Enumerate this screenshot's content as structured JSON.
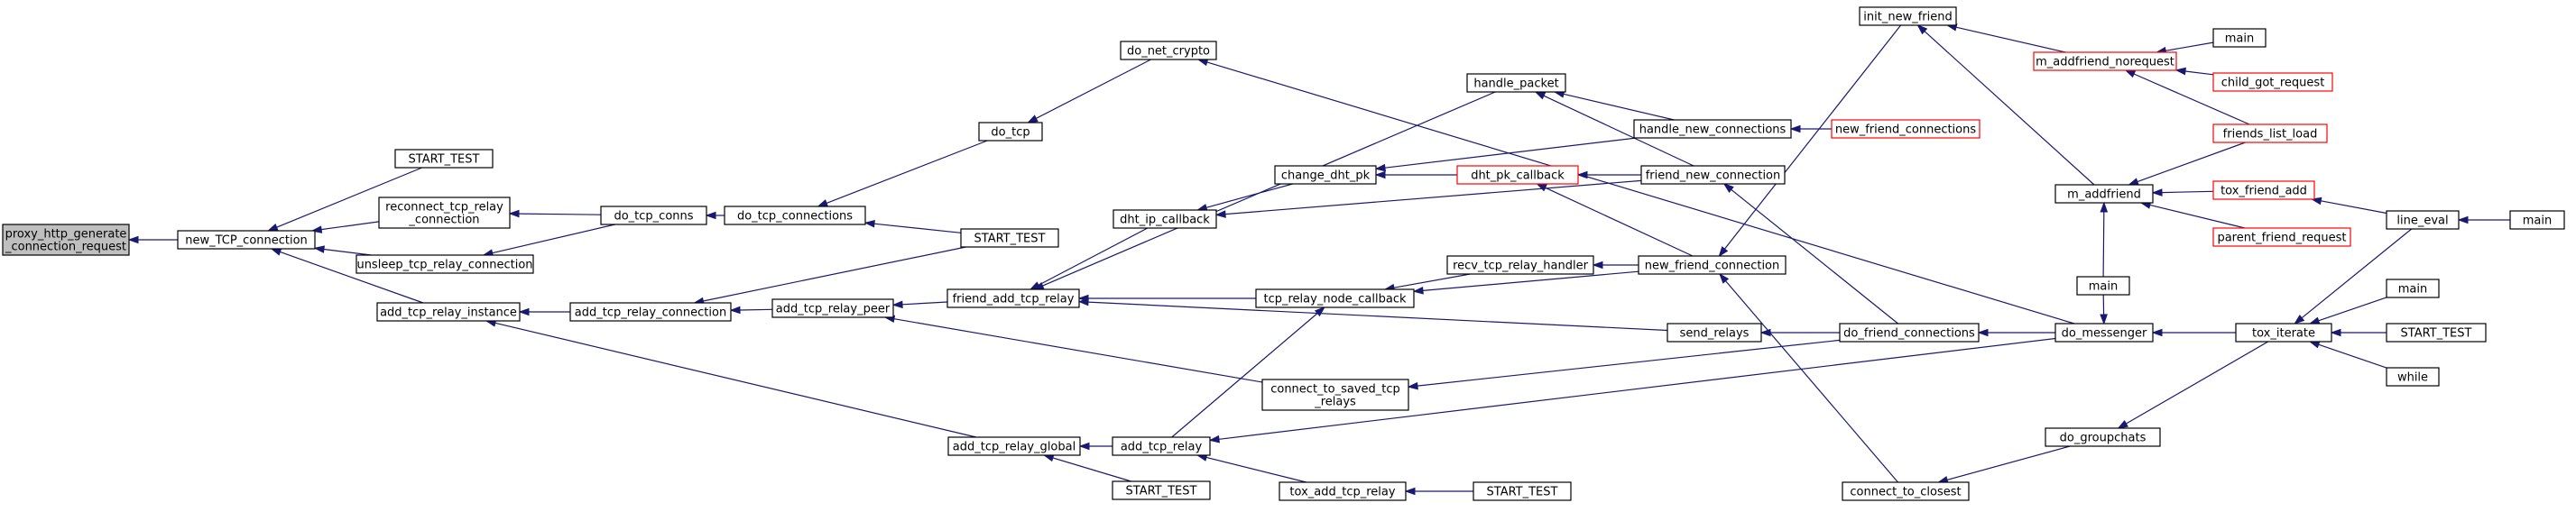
{
  "colors": {
    "edge": "#191970",
    "box_border": "#000000",
    "truncated_border": "#ff0000",
    "root_fill": "#bfbfbf",
    "node_fill": "#ffffff"
  },
  "nodes": [
    {
      "id": "root",
      "lines": [
        "proxy_http_generate",
        "_connection_request"
      ],
      "style": "root"
    },
    {
      "id": "new_tcp",
      "lines": [
        "new_TCP_connection"
      ]
    },
    {
      "id": "start_test_1",
      "lines": [
        "START_TEST"
      ]
    },
    {
      "id": "reconnect",
      "lines": [
        "reconnect_tcp_relay",
        "_connection"
      ]
    },
    {
      "id": "unsleep",
      "lines": [
        "unsleep_tcp_relay_connection"
      ]
    },
    {
      "id": "add_tcp_relay_instance",
      "lines": [
        "add_tcp_relay_instance"
      ]
    },
    {
      "id": "do_tcp_conns",
      "lines": [
        "do_tcp_conns"
      ]
    },
    {
      "id": "add_tcp_relay_connection",
      "lines": [
        "add_tcp_relay_connection"
      ]
    },
    {
      "id": "do_tcp_connections",
      "lines": [
        "do_tcp_connections"
      ]
    },
    {
      "id": "add_tcp_relay_peer",
      "lines": [
        "add_tcp_relay_peer"
      ]
    },
    {
      "id": "do_tcp",
      "lines": [
        "do_tcp"
      ]
    },
    {
      "id": "start_test_2",
      "lines": [
        "START_TEST"
      ]
    },
    {
      "id": "friend_add_tcp_relay",
      "lines": [
        "friend_add_tcp_relay"
      ]
    },
    {
      "id": "do_net_crypto",
      "lines": [
        "do_net_crypto"
      ]
    },
    {
      "id": "add_tcp_relay_global",
      "lines": [
        "add_tcp_relay_global"
      ]
    },
    {
      "id": "start_test_3",
      "lines": [
        "START_TEST"
      ]
    },
    {
      "id": "add_tcp_relay",
      "lines": [
        "add_tcp_relay"
      ]
    },
    {
      "id": "dht_ip_callback",
      "lines": [
        "dht_ip_callback"
      ]
    },
    {
      "id": "change_dht_pk",
      "lines": [
        "change_dht_pk"
      ]
    },
    {
      "id": "handle_packet",
      "lines": [
        "handle_packet"
      ]
    },
    {
      "id": "tcp_relay_node_callback",
      "lines": [
        "tcp_relay_node_callback"
      ]
    },
    {
      "id": "connect_to_saved",
      "lines": [
        "connect_to_saved_tcp",
        "_relays"
      ]
    },
    {
      "id": "tox_add_tcp_relay",
      "lines": [
        "tox_add_tcp_relay"
      ]
    },
    {
      "id": "start_test_4",
      "lines": [
        "START_TEST"
      ]
    },
    {
      "id": "dht_pk_callback",
      "lines": [
        "dht_pk_callback"
      ],
      "style": "truncated"
    },
    {
      "id": "recv_tcp_relay_handler",
      "lines": [
        "recv_tcp_relay_handler"
      ]
    },
    {
      "id": "handle_new_connections",
      "lines": [
        "handle_new_connections"
      ]
    },
    {
      "id": "friend_new_connection",
      "lines": [
        "friend_new_connection"
      ]
    },
    {
      "id": "new_friend_connection",
      "lines": [
        "new_friend_connection"
      ]
    },
    {
      "id": "send_relays",
      "lines": [
        "send_relays"
      ]
    },
    {
      "id": "new_friend_connections",
      "lines": [
        "new_friend_connections"
      ],
      "style": "truncated"
    },
    {
      "id": "init_new_friend",
      "lines": [
        "init_new_friend"
      ]
    },
    {
      "id": "do_friend_connections",
      "lines": [
        "do_friend_connections"
      ]
    },
    {
      "id": "connect_to_closest",
      "lines": [
        "connect_to_closest"
      ]
    },
    {
      "id": "m_addfriend_norequest",
      "lines": [
        "m_addfriend_norequest"
      ],
      "style": "truncated"
    },
    {
      "id": "m_addfriend",
      "lines": [
        "m_addfriend"
      ]
    },
    {
      "id": "do_messenger",
      "lines": [
        "do_messenger"
      ]
    },
    {
      "id": "do_groupchats",
      "lines": [
        "do_groupchats"
      ]
    },
    {
      "id": "main_1",
      "lines": [
        "main"
      ]
    },
    {
      "id": "child_got_request",
      "lines": [
        "child_got_request"
      ],
      "style": "truncated"
    },
    {
      "id": "friends_list_load",
      "lines": [
        "friends_list_load"
      ],
      "style": "truncated"
    },
    {
      "id": "tox_friend_add",
      "lines": [
        "tox_friend_add"
      ],
      "style": "truncated"
    },
    {
      "id": "parent_friend_request",
      "lines": [
        "parent_friend_request"
      ],
      "style": "truncated"
    },
    {
      "id": "main_2",
      "lines": [
        "main"
      ]
    },
    {
      "id": "tox_iterate",
      "lines": [
        "tox_iterate"
      ]
    },
    {
      "id": "line_eval",
      "lines": [
        "line_eval"
      ]
    },
    {
      "id": "main_3",
      "lines": [
        "main"
      ]
    },
    {
      "id": "main_4",
      "lines": [
        "main"
      ]
    },
    {
      "id": "start_test_5",
      "lines": [
        "START_TEST"
      ]
    },
    {
      "id": "while",
      "lines": [
        "while"
      ]
    }
  ],
  "edges": [
    [
      "new_tcp",
      "root"
    ],
    [
      "start_test_1",
      "new_tcp"
    ],
    [
      "reconnect",
      "new_tcp"
    ],
    [
      "unsleep",
      "new_tcp"
    ],
    [
      "add_tcp_relay_instance",
      "new_tcp"
    ],
    [
      "do_tcp_conns",
      "reconnect"
    ],
    [
      "do_tcp_conns",
      "unsleep"
    ],
    [
      "add_tcp_relay_connection",
      "add_tcp_relay_instance"
    ],
    [
      "add_tcp_relay_global",
      "add_tcp_relay_instance"
    ],
    [
      "do_tcp_connections",
      "do_tcp_conns"
    ],
    [
      "start_test_2",
      "add_tcp_relay_connection"
    ],
    [
      "add_tcp_relay_peer",
      "add_tcp_relay_connection"
    ],
    [
      "do_tcp",
      "do_tcp_connections"
    ],
    [
      "start_test_2",
      "do_tcp_connections"
    ],
    [
      "friend_add_tcp_relay",
      "add_tcp_relay_peer"
    ],
    [
      "connect_to_saved",
      "add_tcp_relay_peer"
    ],
    [
      "do_net_crypto",
      "do_tcp"
    ],
    [
      "handle_packet",
      "friend_add_tcp_relay"
    ],
    [
      "dht_ip_callback",
      "friend_add_tcp_relay"
    ],
    [
      "tcp_relay_node_callback",
      "friend_add_tcp_relay"
    ],
    [
      "send_relays",
      "friend_add_tcp_relay"
    ],
    [
      "do_messenger",
      "do_net_crypto"
    ],
    [
      "add_tcp_relay",
      "add_tcp_relay_global"
    ],
    [
      "start_test_3",
      "add_tcp_relay_global"
    ],
    [
      "add_tcp_relay",
      "tcp_relay_node_callback"
    ],
    [
      "tox_add_tcp_relay",
      "add_tcp_relay"
    ],
    [
      "do_messenger",
      "add_tcp_relay"
    ],
    [
      "change_dht_pk",
      "dht_ip_callback"
    ],
    [
      "friend_new_connection",
      "dht_ip_callback"
    ],
    [
      "dht_pk_callback",
      "change_dht_pk"
    ],
    [
      "handle_new_connections",
      "change_dht_pk"
    ],
    [
      "handle_new_connections",
      "handle_packet"
    ],
    [
      "friend_new_connection",
      "handle_packet"
    ],
    [
      "recv_tcp_relay_handler",
      "tcp_relay_node_callback"
    ],
    [
      "new_friend_connection",
      "tcp_relay_node_callback"
    ],
    [
      "do_friend_connections",
      "connect_to_saved"
    ],
    [
      "start_test_4",
      "tox_add_tcp_relay"
    ],
    [
      "friend_new_connection",
      "dht_pk_callback"
    ],
    [
      "new_friend_connection",
      "dht_pk_callback"
    ],
    [
      "new_friend_connection",
      "recv_tcp_relay_handler"
    ],
    [
      "new_friend_connections",
      "handle_new_connections"
    ],
    [
      "do_friend_connections",
      "friend_new_connection"
    ],
    [
      "init_new_friend",
      "new_friend_connection"
    ],
    [
      "connect_to_closest",
      "new_friend_connection"
    ],
    [
      "do_friend_connections",
      "send_relays"
    ],
    [
      "m_addfriend_norequest",
      "init_new_friend"
    ],
    [
      "m_addfriend",
      "init_new_friend"
    ],
    [
      "do_messenger",
      "do_friend_connections"
    ],
    [
      "do_groupchats",
      "connect_to_closest"
    ],
    [
      "main_1",
      "m_addfriend_norequest"
    ],
    [
      "child_got_request",
      "m_addfriend_norequest"
    ],
    [
      "friends_list_load",
      "m_addfriend_norequest"
    ],
    [
      "friends_list_load",
      "m_addfriend"
    ],
    [
      "tox_friend_add",
      "m_addfriend"
    ],
    [
      "parent_friend_request",
      "m_addfriend"
    ],
    [
      "main_2",
      "m_addfriend"
    ],
    [
      "main_2",
      "do_messenger"
    ],
    [
      "tox_iterate",
      "do_messenger"
    ],
    [
      "tox_iterate",
      "do_groupchats"
    ],
    [
      "line_eval",
      "tox_friend_add"
    ],
    [
      "line_eval",
      "tox_iterate"
    ],
    [
      "main_3",
      "tox_iterate"
    ],
    [
      "start_test_5",
      "tox_iterate"
    ],
    [
      "while",
      "tox_iterate"
    ],
    [
      "main_4",
      "line_eval"
    ]
  ]
}
